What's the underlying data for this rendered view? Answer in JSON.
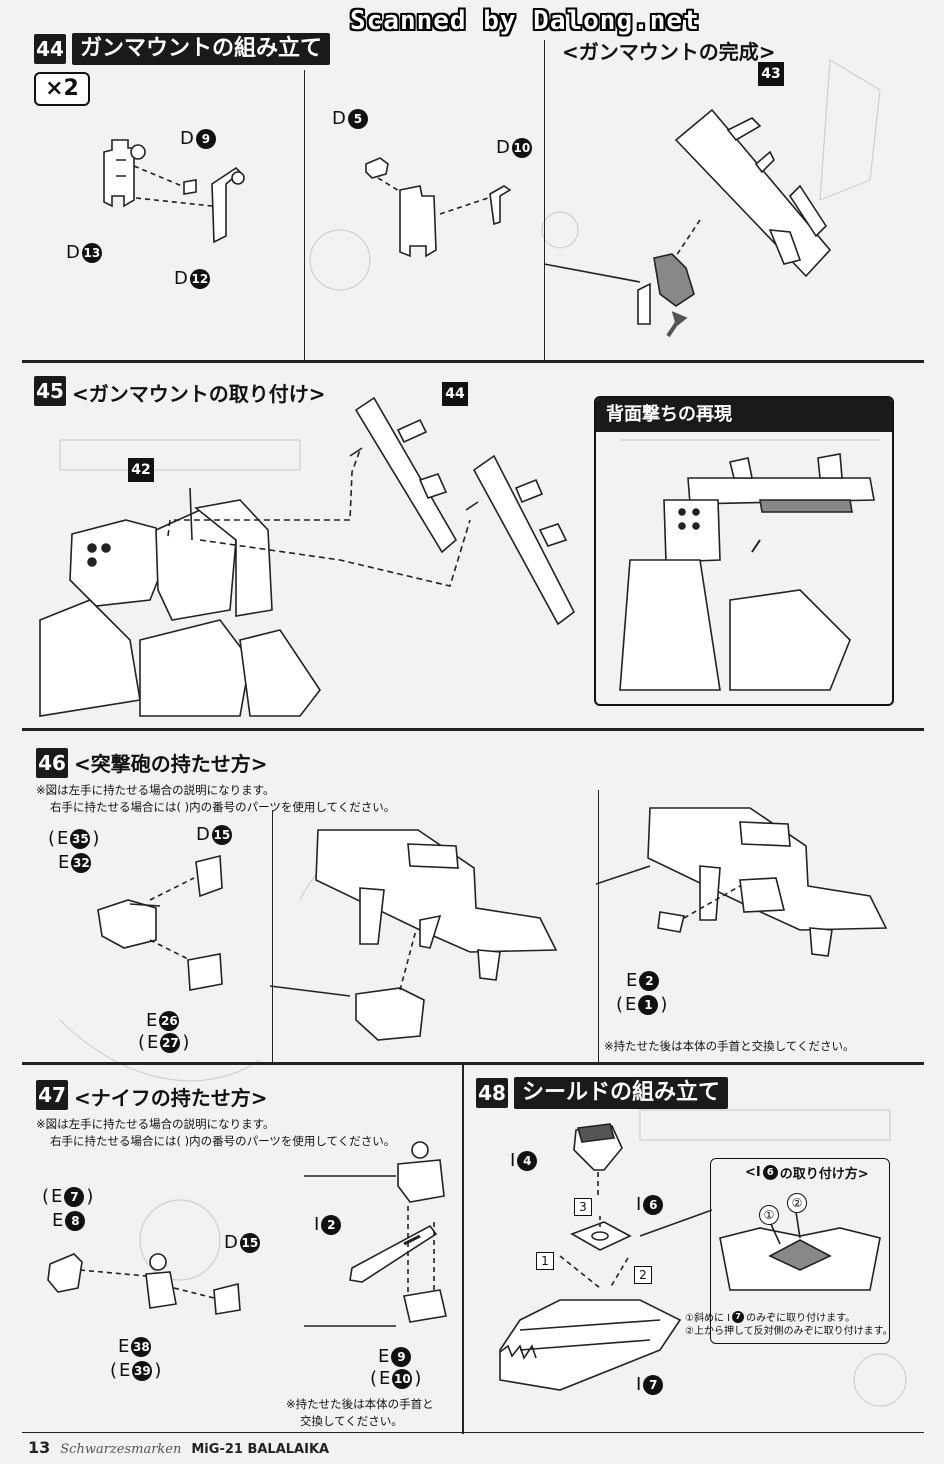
{
  "watermark": "Scanned by Dalong.net",
  "step44": {
    "number": "44",
    "title": "ガンマウントの組み立て",
    "qty": "×2",
    "sub_title": "<ガンマウントの完成>",
    "callout": "43",
    "parts": {
      "d9": {
        "letter": "D",
        "num": "9"
      },
      "d13": {
        "letter": "D",
        "num": "13"
      },
      "d12": {
        "letter": "D",
        "num": "12"
      },
      "d5": {
        "letter": "D",
        "num": "5"
      },
      "d10": {
        "letter": "D",
        "num": "10"
      }
    }
  },
  "step45": {
    "number": "45",
    "title": "<ガンマウントの取り付け>",
    "callout_a": "44",
    "callout_b": "42",
    "panel_title": "背面撃ちの再現"
  },
  "step46": {
    "number": "46",
    "title": "<突撃砲の持たせ方>",
    "note_line1": "※図は左手に持たせる場合の説明になります。",
    "note_line2": "右手に持たせる場合には( )内の番号のパーツを使用してください。",
    "footnote": "※持たせた後は本体の手首と交換してください。",
    "parts": {
      "e35": {
        "letter": "E",
        "num": "35"
      },
      "e32": {
        "letter": "E",
        "num": "32"
      },
      "d15": {
        "letter": "D",
        "num": "15"
      },
      "e26": {
        "letter": "E",
        "num": "26"
      },
      "e27": {
        "letter": "E",
        "num": "27"
      },
      "e2": {
        "letter": "E",
        "num": "2"
      },
      "e1": {
        "letter": "E",
        "num": "1"
      }
    }
  },
  "step47": {
    "number": "47",
    "title": "<ナイフの持たせ方>",
    "note_line1": "※図は左手に持たせる場合の説明になります。",
    "note_line2": "右手に持たせる場合には( )内の番号のパーツを使用してください。",
    "footnote_line1": "※持たせた後は本体の手首と",
    "footnote_line2": "交換してください。",
    "parts": {
      "e7": {
        "letter": "E",
        "num": "7"
      },
      "e8": {
        "letter": "E",
        "num": "8"
      },
      "d15": {
        "letter": "D",
        "num": "15"
      },
      "i2": {
        "letter": "I",
        "num": "2"
      },
      "e38": {
        "letter": "E",
        "num": "38"
      },
      "e39": {
        "letter": "E",
        "num": "39"
      },
      "e9": {
        "letter": "E",
        "num": "9"
      },
      "e10": {
        "letter": "E",
        "num": "10"
      }
    }
  },
  "step48": {
    "number": "48",
    "title": "シールドの組み立て",
    "parts": {
      "i4": {
        "letter": "I",
        "num": "4"
      },
      "i6": {
        "letter": "I",
        "num": "6"
      },
      "i7": {
        "letter": "I",
        "num": "7"
      }
    },
    "order": [
      "1",
      "2",
      "3"
    ],
    "inset_title_prefix": "<I",
    "inset_title_num": "6",
    "inset_title_suffix": "の取り付け方>",
    "inset_note1_prefix": "①斜めに I",
    "inset_note1_num": "7",
    "inset_note1_suffix": "のみぞに取り付けます。",
    "inset_note2": "②上から押して反対側のみぞに取り付けます。",
    "inset_marks": [
      "①",
      "②"
    ]
  },
  "footer": {
    "page": "13",
    "brand": "Schwarzesmarken",
    "model": "MiG-21 BALALAIKA"
  }
}
